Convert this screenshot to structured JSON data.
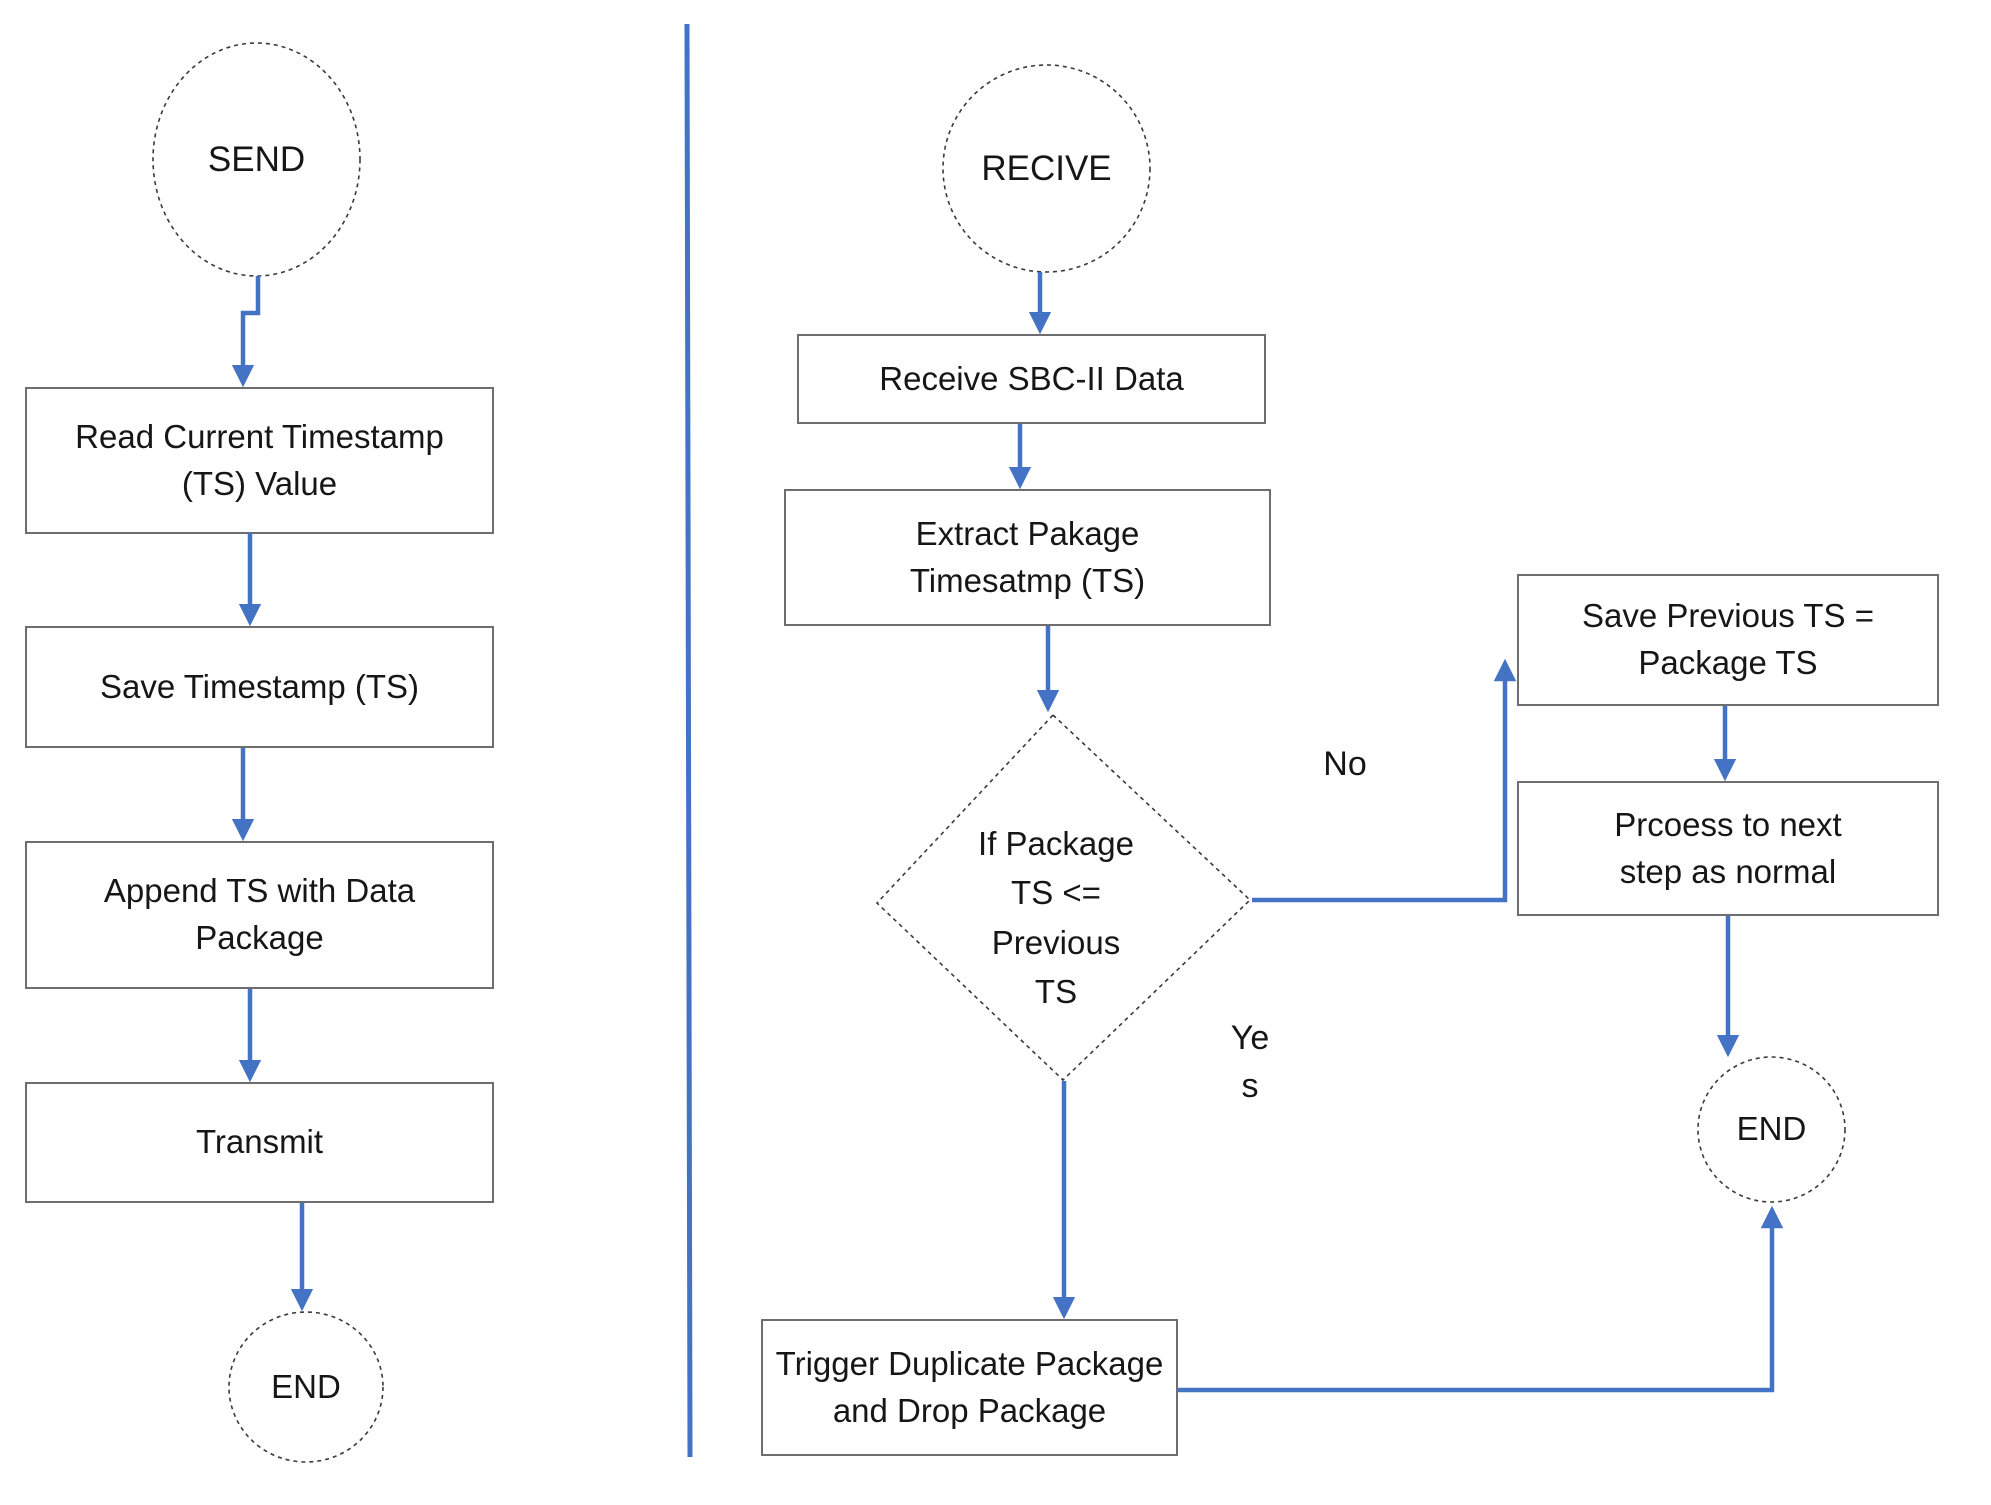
{
  "diagram": {
    "title": "Send / Receive timestamp flowchart",
    "colors": {
      "connector_blue": "#4472C4",
      "box_border_gray": "#6e6e6e",
      "outline_dark": "#3a3a3a"
    },
    "left_flow": {
      "start_label": "SEND",
      "step_read": "Read Current Timestamp\n(TS) Value",
      "step_save": "Save Timestamp (TS)",
      "step_append": "Append TS with Data\nPackage",
      "step_transmit": "Transmit",
      "end_label": "END"
    },
    "right_flow": {
      "start_label": "RECIVE",
      "step_receive": "Receive SBC-II Data",
      "step_extract": "Extract Pakage\nTimesatmp (TS)",
      "decision": "If Package\nTS <=\nPrevious\nTS",
      "branch_no": "No",
      "branch_yes": "Ye\ns",
      "step_save_previous": "Save Previous TS =\nPackage TS",
      "step_process": "Prcoess to next\nstep as normal",
      "step_trigger": "Trigger Duplicate Package\nand Drop Package",
      "end_label": "END"
    }
  }
}
